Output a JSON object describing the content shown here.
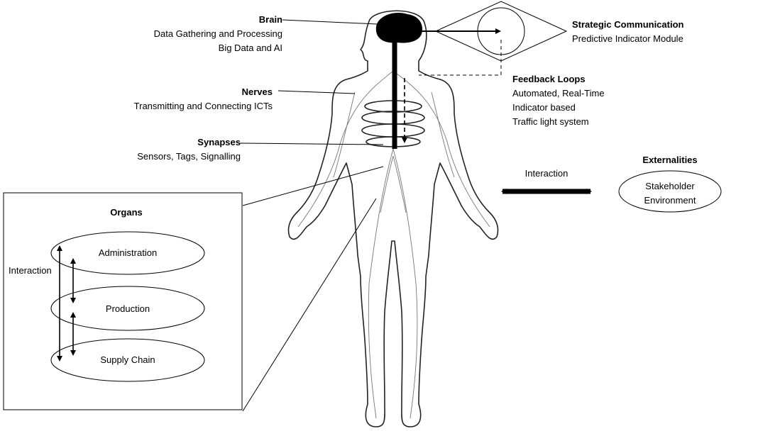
{
  "brain": {
    "title": "Brain",
    "lines": [
      "Data Gathering and Processing",
      "Big Data and AI"
    ]
  },
  "nerves": {
    "title": "Nerves",
    "lines": [
      "Transmitting and Connecting ICTs"
    ]
  },
  "synapses": {
    "title": "Synapses",
    "lines": [
      "Sensors, Tags, Signalling"
    ]
  },
  "strategic": {
    "title": "Strategic Communication",
    "lines": [
      "Predictive Indicator Module"
    ]
  },
  "feedback": {
    "title": "Feedback Loops",
    "lines": [
      "Automated, Real-Time",
      "Indicator based",
      "Traffic light system"
    ]
  },
  "externalities": {
    "title": "Externalities",
    "lines": [
      "Stakeholder",
      "Environment"
    ]
  },
  "interaction_external": "Interaction",
  "organs": {
    "title": "Organs",
    "interaction_label": "Interaction",
    "items": [
      "Administration",
      "Production",
      "Supply Chain"
    ]
  }
}
